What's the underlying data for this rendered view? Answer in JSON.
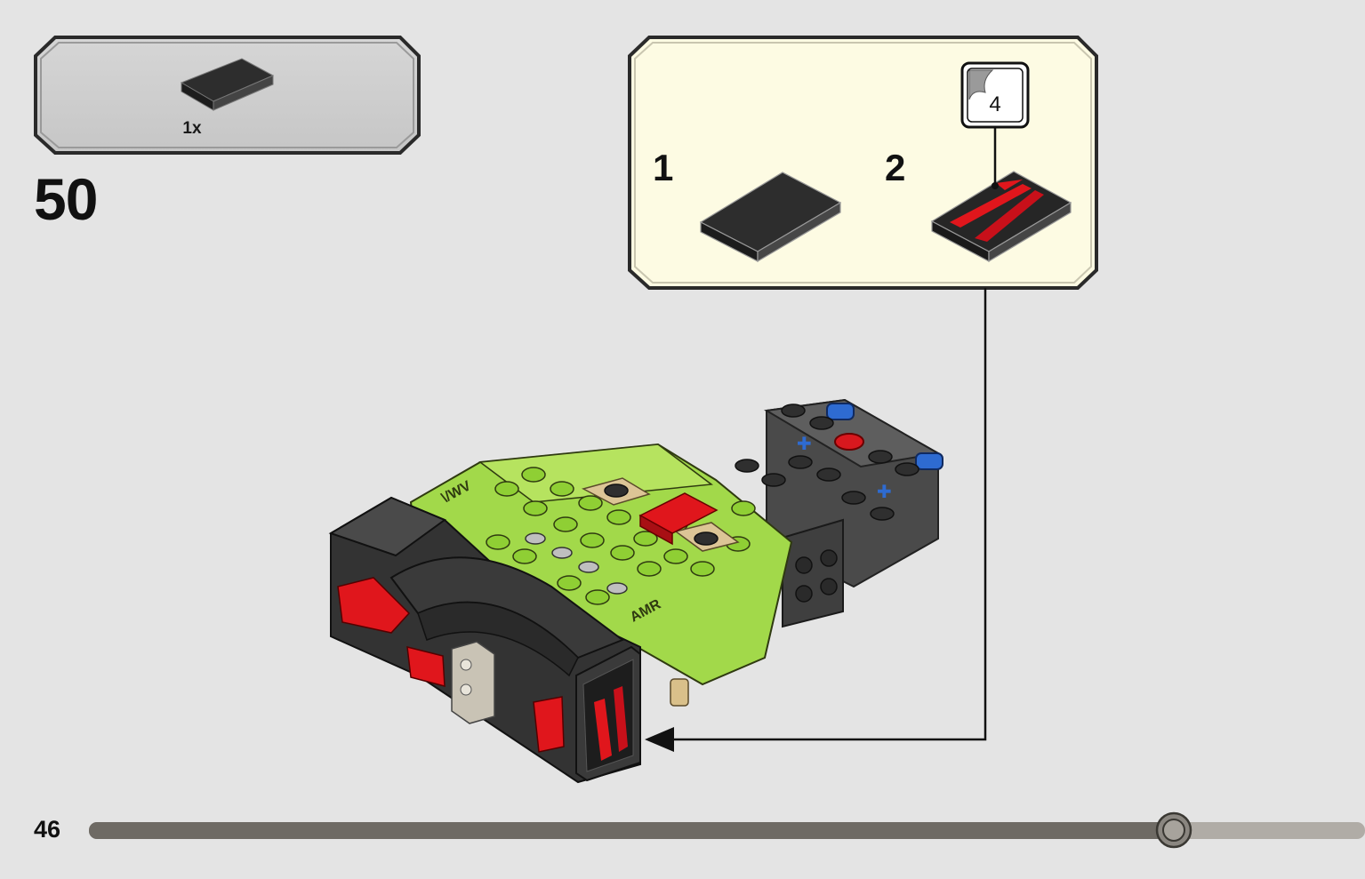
{
  "parts_list": {
    "items": [
      {
        "icon": "black-flat-tile-icon",
        "quantity": "1x"
      }
    ]
  },
  "step": {
    "number": "50"
  },
  "sub_assembly": {
    "steps": [
      {
        "number": "1",
        "icon": "black-flat-tile-icon"
      },
      {
        "number": "2",
        "icon": "striped-tile-sticker-icon"
      }
    ],
    "sticker": {
      "number": "4",
      "icon": "sticker-sheet-icon"
    }
  },
  "model": {
    "icon": "lime-green-race-car-assembly-icon"
  },
  "footer": {
    "page_number": "46",
    "progress_fraction": 0.85
  },
  "colors": {
    "page_background": "#e4e4e4",
    "parts_box": "#cfcfcf",
    "sub_assembly_box": "#fdfbe3",
    "lime_green": "#a2d94a",
    "red": "#e0161c",
    "dark_gray": "#3a3a3a",
    "progress_track": "#6e6a64"
  }
}
